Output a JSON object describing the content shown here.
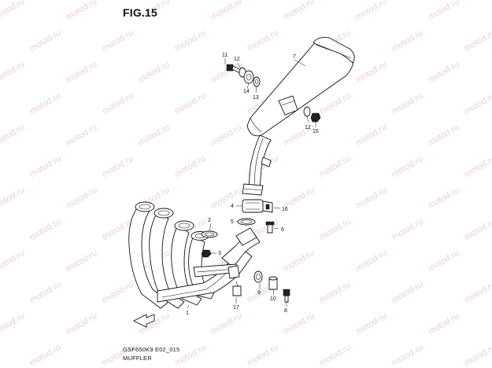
{
  "figure": {
    "title": "FIG.15",
    "code": "GSF650K9 E02_015",
    "name": "MUFFLER"
  },
  "watermark": {
    "text": "motod.ru",
    "color": "#ead2d2"
  },
  "callouts": [
    {
      "label": "1",
      "part": "exhaust-pipe"
    },
    {
      "label": "2",
      "part": "gasket"
    },
    {
      "label": "3",
      "part": "nut"
    },
    {
      "label": "4",
      "part": "clamp"
    },
    {
      "label": "5",
      "part": "gasket"
    },
    {
      "label": "6",
      "part": "bolt"
    },
    {
      "label": "7",
      "part": "muffler"
    },
    {
      "label": "8",
      "part": "bolt"
    },
    {
      "label": "9",
      "part": "cushion"
    },
    {
      "label": "10",
      "part": "spacer"
    },
    {
      "label": "11",
      "part": "bolt"
    },
    {
      "label": "12",
      "part": "washer"
    },
    {
      "label": "12",
      "part": "washer"
    },
    {
      "label": "13",
      "part": "washer"
    },
    {
      "label": "14",
      "part": "cushion"
    },
    {
      "label": "15",
      "part": "nut"
    },
    {
      "label": "16",
      "part": "nut"
    },
    {
      "label": "17",
      "part": "bracket"
    }
  ]
}
